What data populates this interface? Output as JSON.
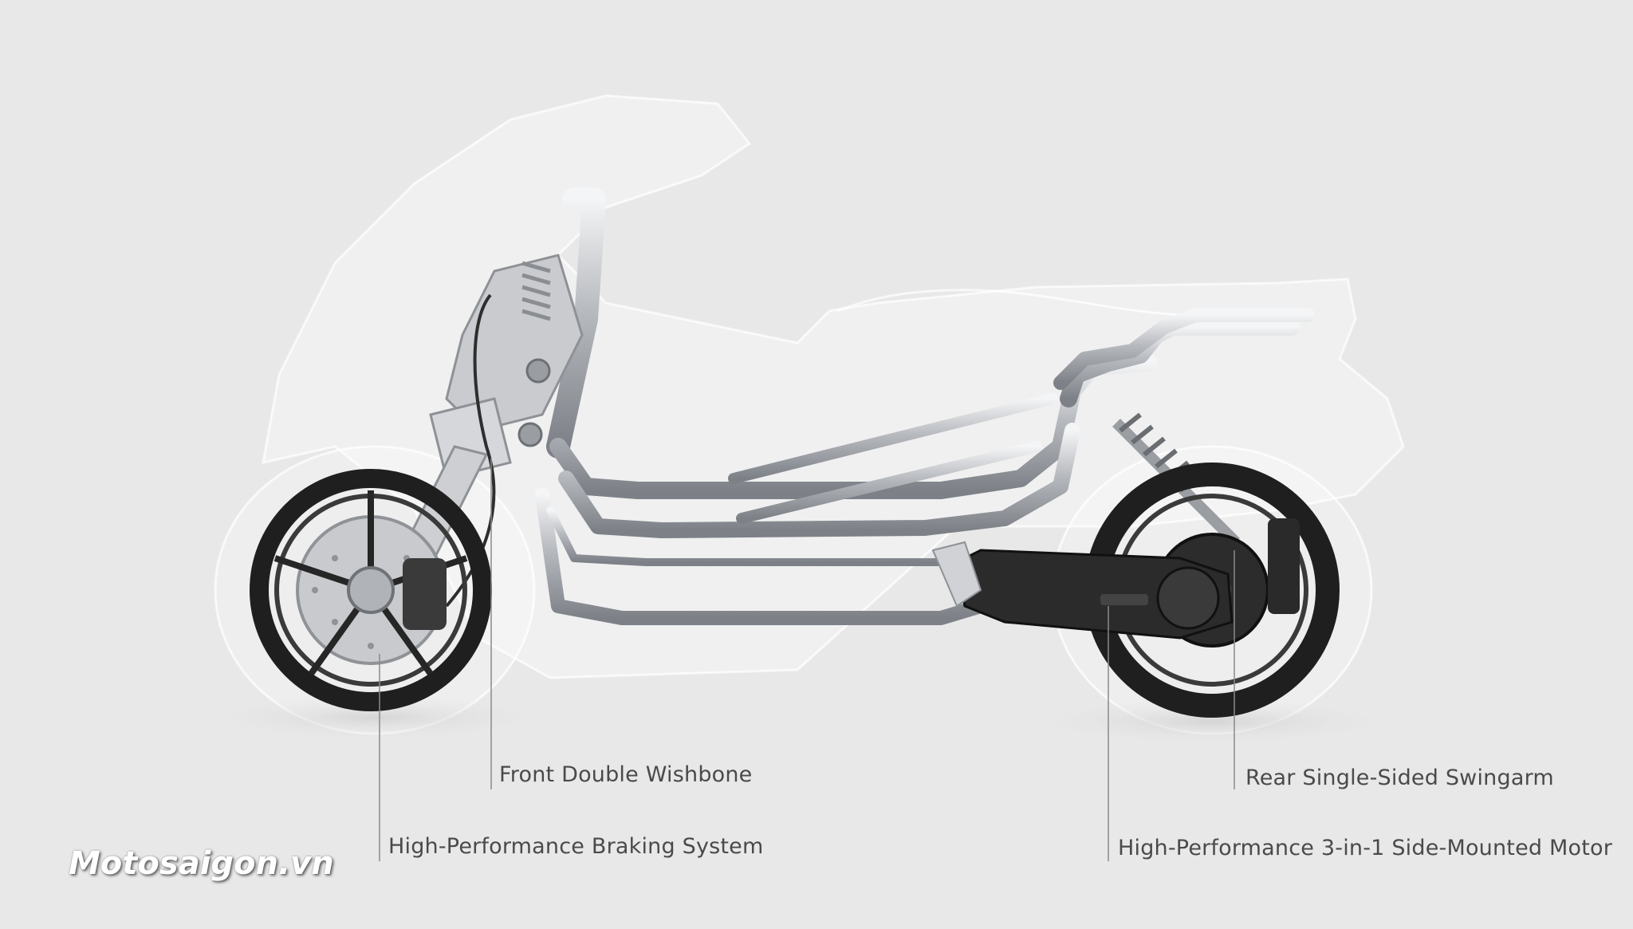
{
  "colors": {
    "background": "#e8e8e8",
    "frame_tube": "#b9bcc0",
    "tire": "#222222",
    "label_text": "#4a4a4a"
  },
  "callouts": {
    "front_wishbone": "Front Double Wishbone",
    "braking": "High-Performance Braking System",
    "rear_swingarm": "Rear Single-Sided Swingarm",
    "motor": "High-Performance 3-in-1 Side-Mounted Motor"
  },
  "watermark": "Motosaigon.vn"
}
